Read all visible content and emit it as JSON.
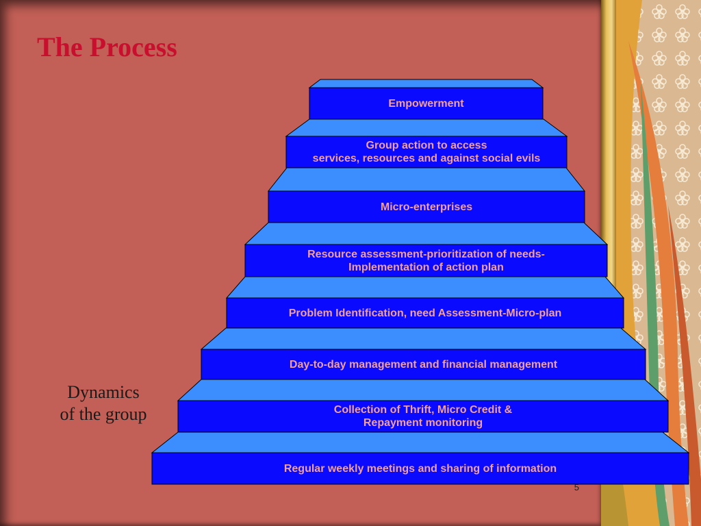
{
  "slide": {
    "title": "The Process",
    "side_label": {
      "line1": "Dynamics",
      "line2": "of  the group"
    },
    "number": "5"
  },
  "steps": [
    {
      "lines": [
        "Empowerment"
      ]
    },
    {
      "lines": [
        "Group action to access",
        "services, resources and against social evils"
      ]
    },
    {
      "lines": [
        "Micro-enterprises"
      ]
    },
    {
      "lines": [
        "Resource assessment-prioritization of needs-",
        "Implementation of action plan"
      ]
    },
    {
      "lines": [
        "Problem Identification, need Assessment-Micro-plan"
      ]
    },
    {
      "lines": [
        "Day-to-day management and financial management"
      ]
    },
    {
      "lines": [
        "Collection of Thrift, Micro Credit &",
        "Repayment monitoring"
      ]
    },
    {
      "lines": [
        "Regular weekly meetings and sharing of information"
      ]
    }
  ],
  "colors": {
    "background": "#c25f56",
    "title": "#c8102e",
    "step_front": "#0a0aff",
    "step_top": "#3c8eff",
    "step_text": "#f29f9f"
  }
}
